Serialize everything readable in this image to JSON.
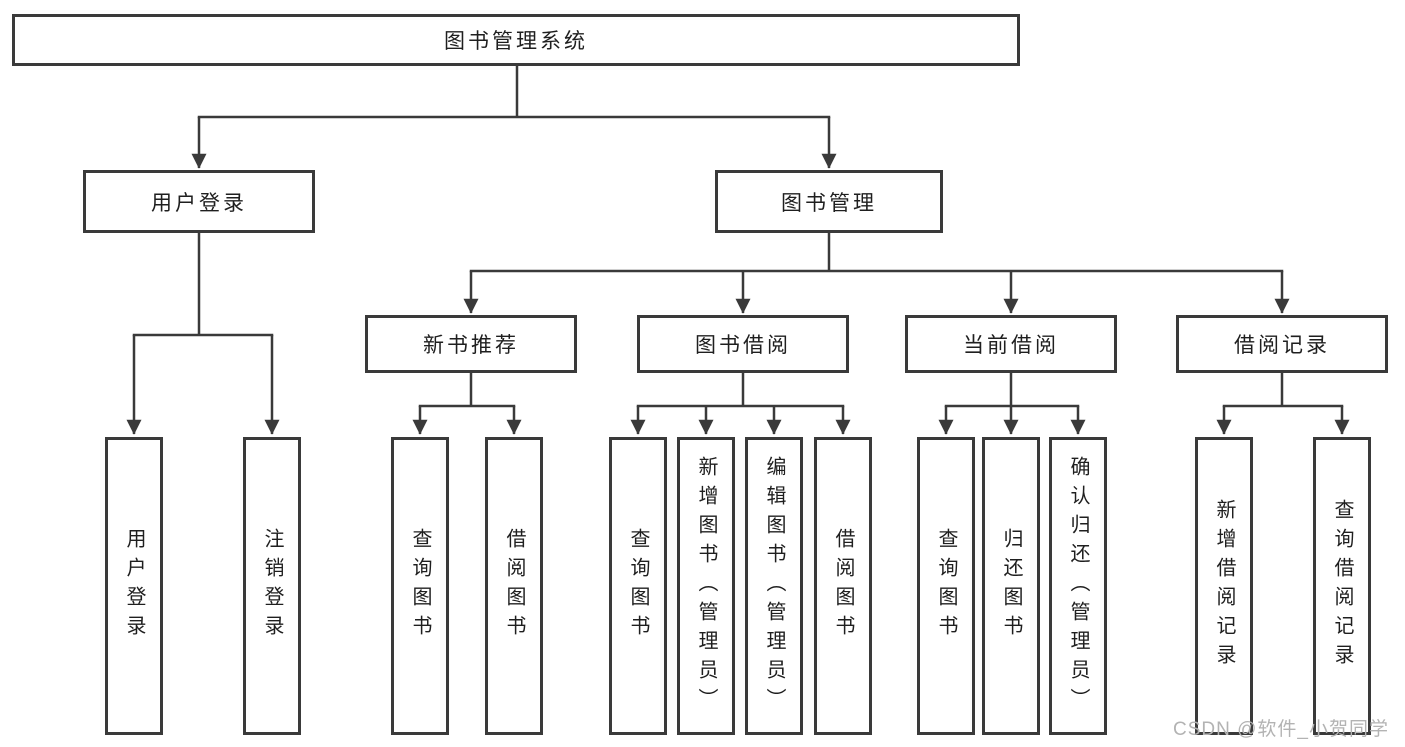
{
  "colors": {
    "line": "#3a3a3a",
    "box_border": "#3a3a3a",
    "text": "#1f1f1f",
    "watermark": "#b3b3b3",
    "background": "#ffffff"
  },
  "tree": {
    "root": {
      "label": "图书管理系统",
      "children": [
        {
          "label": "用户登录",
          "children": [
            {
              "label": "用户登录"
            },
            {
              "label": "注销登录"
            }
          ]
        },
        {
          "label": "图书管理",
          "children": [
            {
              "label": "新书推荐",
              "children": [
                {
                  "label": "查询图书"
                },
                {
                  "label": "借阅图书"
                }
              ]
            },
            {
              "label": "图书借阅",
              "children": [
                {
                  "label": "查询图书"
                },
                {
                  "label": "新增图书（管理员）"
                },
                {
                  "label": "编辑图书（管理员）"
                },
                {
                  "label": "借阅图书"
                }
              ]
            },
            {
              "label": "当前借阅",
              "children": [
                {
                  "label": "查询图书"
                },
                {
                  "label": "归还图书"
                },
                {
                  "label": "确认归还（管理员）"
                }
              ]
            },
            {
              "label": "借阅记录",
              "children": [
                {
                  "label": "新增借阅记录"
                },
                {
                  "label": "查询借阅记录"
                }
              ]
            }
          ]
        }
      ]
    }
  },
  "watermark": {
    "text": "CSDN @软件_小贺同学"
  }
}
